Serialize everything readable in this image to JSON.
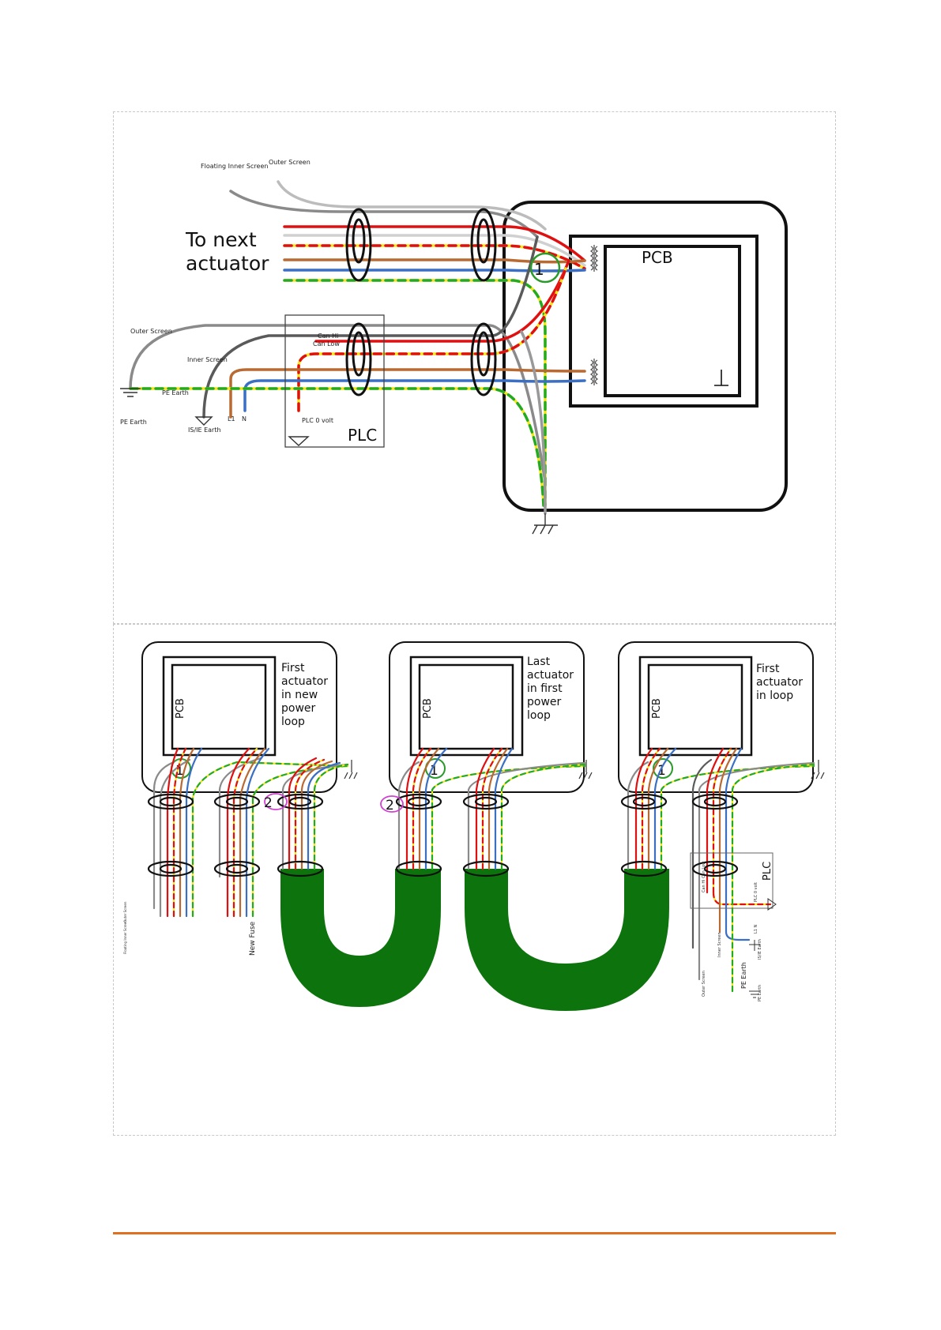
{
  "colors": {
    "red": "#e01010",
    "yellow": "#f5e61c",
    "green": "#22aa22",
    "brown": "#b86a32",
    "blue": "#3a6fc4",
    "grey": "#8a8a8a",
    "light_grey": "#c8c8c8",
    "dark_green_bundle": "#0d740d",
    "marker_green": "#2a9a2a",
    "marker_magenta": "#d040d0",
    "footer_rule": "#e07020"
  },
  "top_diagram": {
    "cable_labels": {
      "floating_inner_screen": "Floating Inner Screen",
      "outer_screen_top": "Outer Screen",
      "outer_screen_left": "Outer Screen",
      "inner_screen": "Inner Screen",
      "pe_earth_line": "PE Earth",
      "pe_earth_ground": "PE Earth",
      "is_ie_earth": "IS/IE Earth",
      "l1": "L1",
      "n": "N",
      "can_hi": "Can Hi",
      "can_low": "Can Low",
      "plc_0_volt": "PLC 0 volt"
    },
    "to_next_actuator_line1": "To next",
    "to_next_actuator_line2": "actuator",
    "pcb_label": "PCB",
    "plc_label": "PLC",
    "marker_1": "1"
  },
  "bottom_diagram": {
    "actuators": [
      {
        "pcb_label": "PCB",
        "marker": "1",
        "caption": [
          "First",
          "actuator",
          "in new",
          "power",
          "loop"
        ]
      },
      {
        "pcb_label": "PCB",
        "marker": "1",
        "caption": [
          "Last",
          "actuator",
          "in first",
          "power",
          "loop"
        ]
      },
      {
        "pcb_label": "PCB",
        "marker": "1",
        "caption": [
          "First",
          "actuator",
          "in loop"
        ]
      }
    ],
    "marker_2": "2",
    "left_labels": {
      "outer_screen": "Outer Screen",
      "floating_inner_screen": "Floating Inner Screen",
      "new_fuse": "New Fuse"
    },
    "right_labels": {
      "plc": "PLC",
      "can_hi_low": "Can Hi Can Low",
      "plc_0_volt": "PLC 0 volt",
      "l1_n": "L1 N",
      "inner_screen": "Inner Screen",
      "is_ie_earth": "IS/IE Earth",
      "outer_screen": "Outer Screen",
      "pe_earth": "PE Earth",
      "pe_earth_ground": "PE Earth"
    }
  }
}
